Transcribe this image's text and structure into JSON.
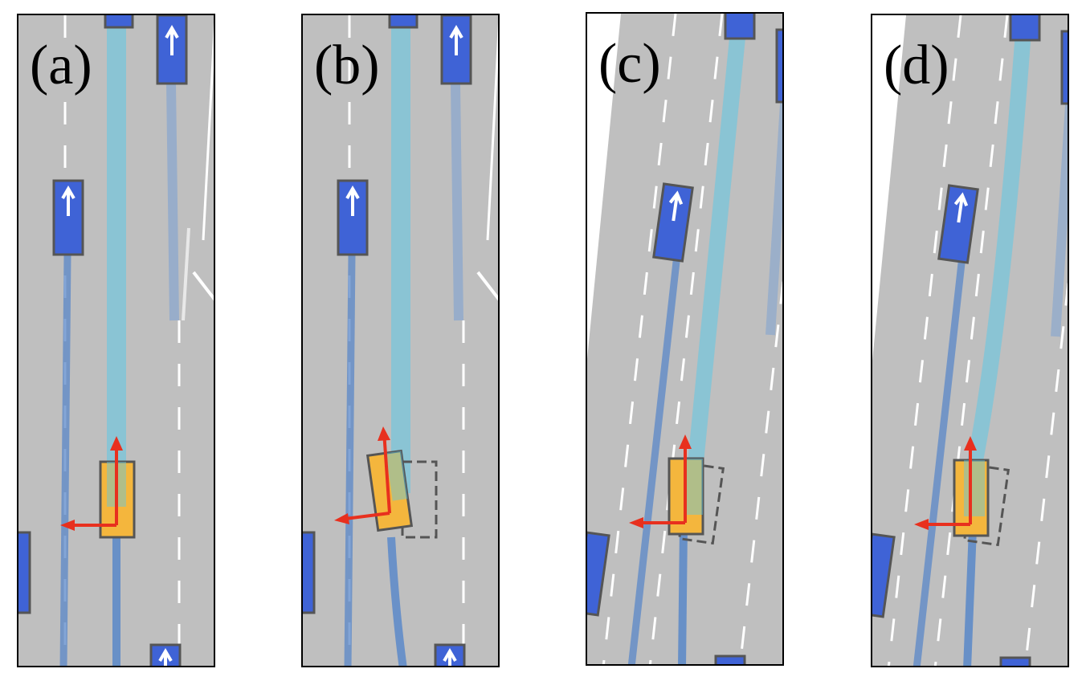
{
  "panels": [
    {
      "label": "(a)"
    },
    {
      "label": "(b)"
    },
    {
      "label": "(c)"
    },
    {
      "label": "(d)"
    }
  ],
  "colors": {
    "road": "#bfbfbf",
    "lane_marking": "#ffffff",
    "vehicle": "#3f63d6",
    "vehicle_border": "#555555",
    "ego": "#f4b63d",
    "trajectory": "#5a88c9",
    "planned_path": "#5ec8e6",
    "axis_arrow": "#e8301e",
    "ghost_outline": "#555555"
  },
  "icons": [
    "arrow-up-icon",
    "axis-arrow-icon"
  ]
}
